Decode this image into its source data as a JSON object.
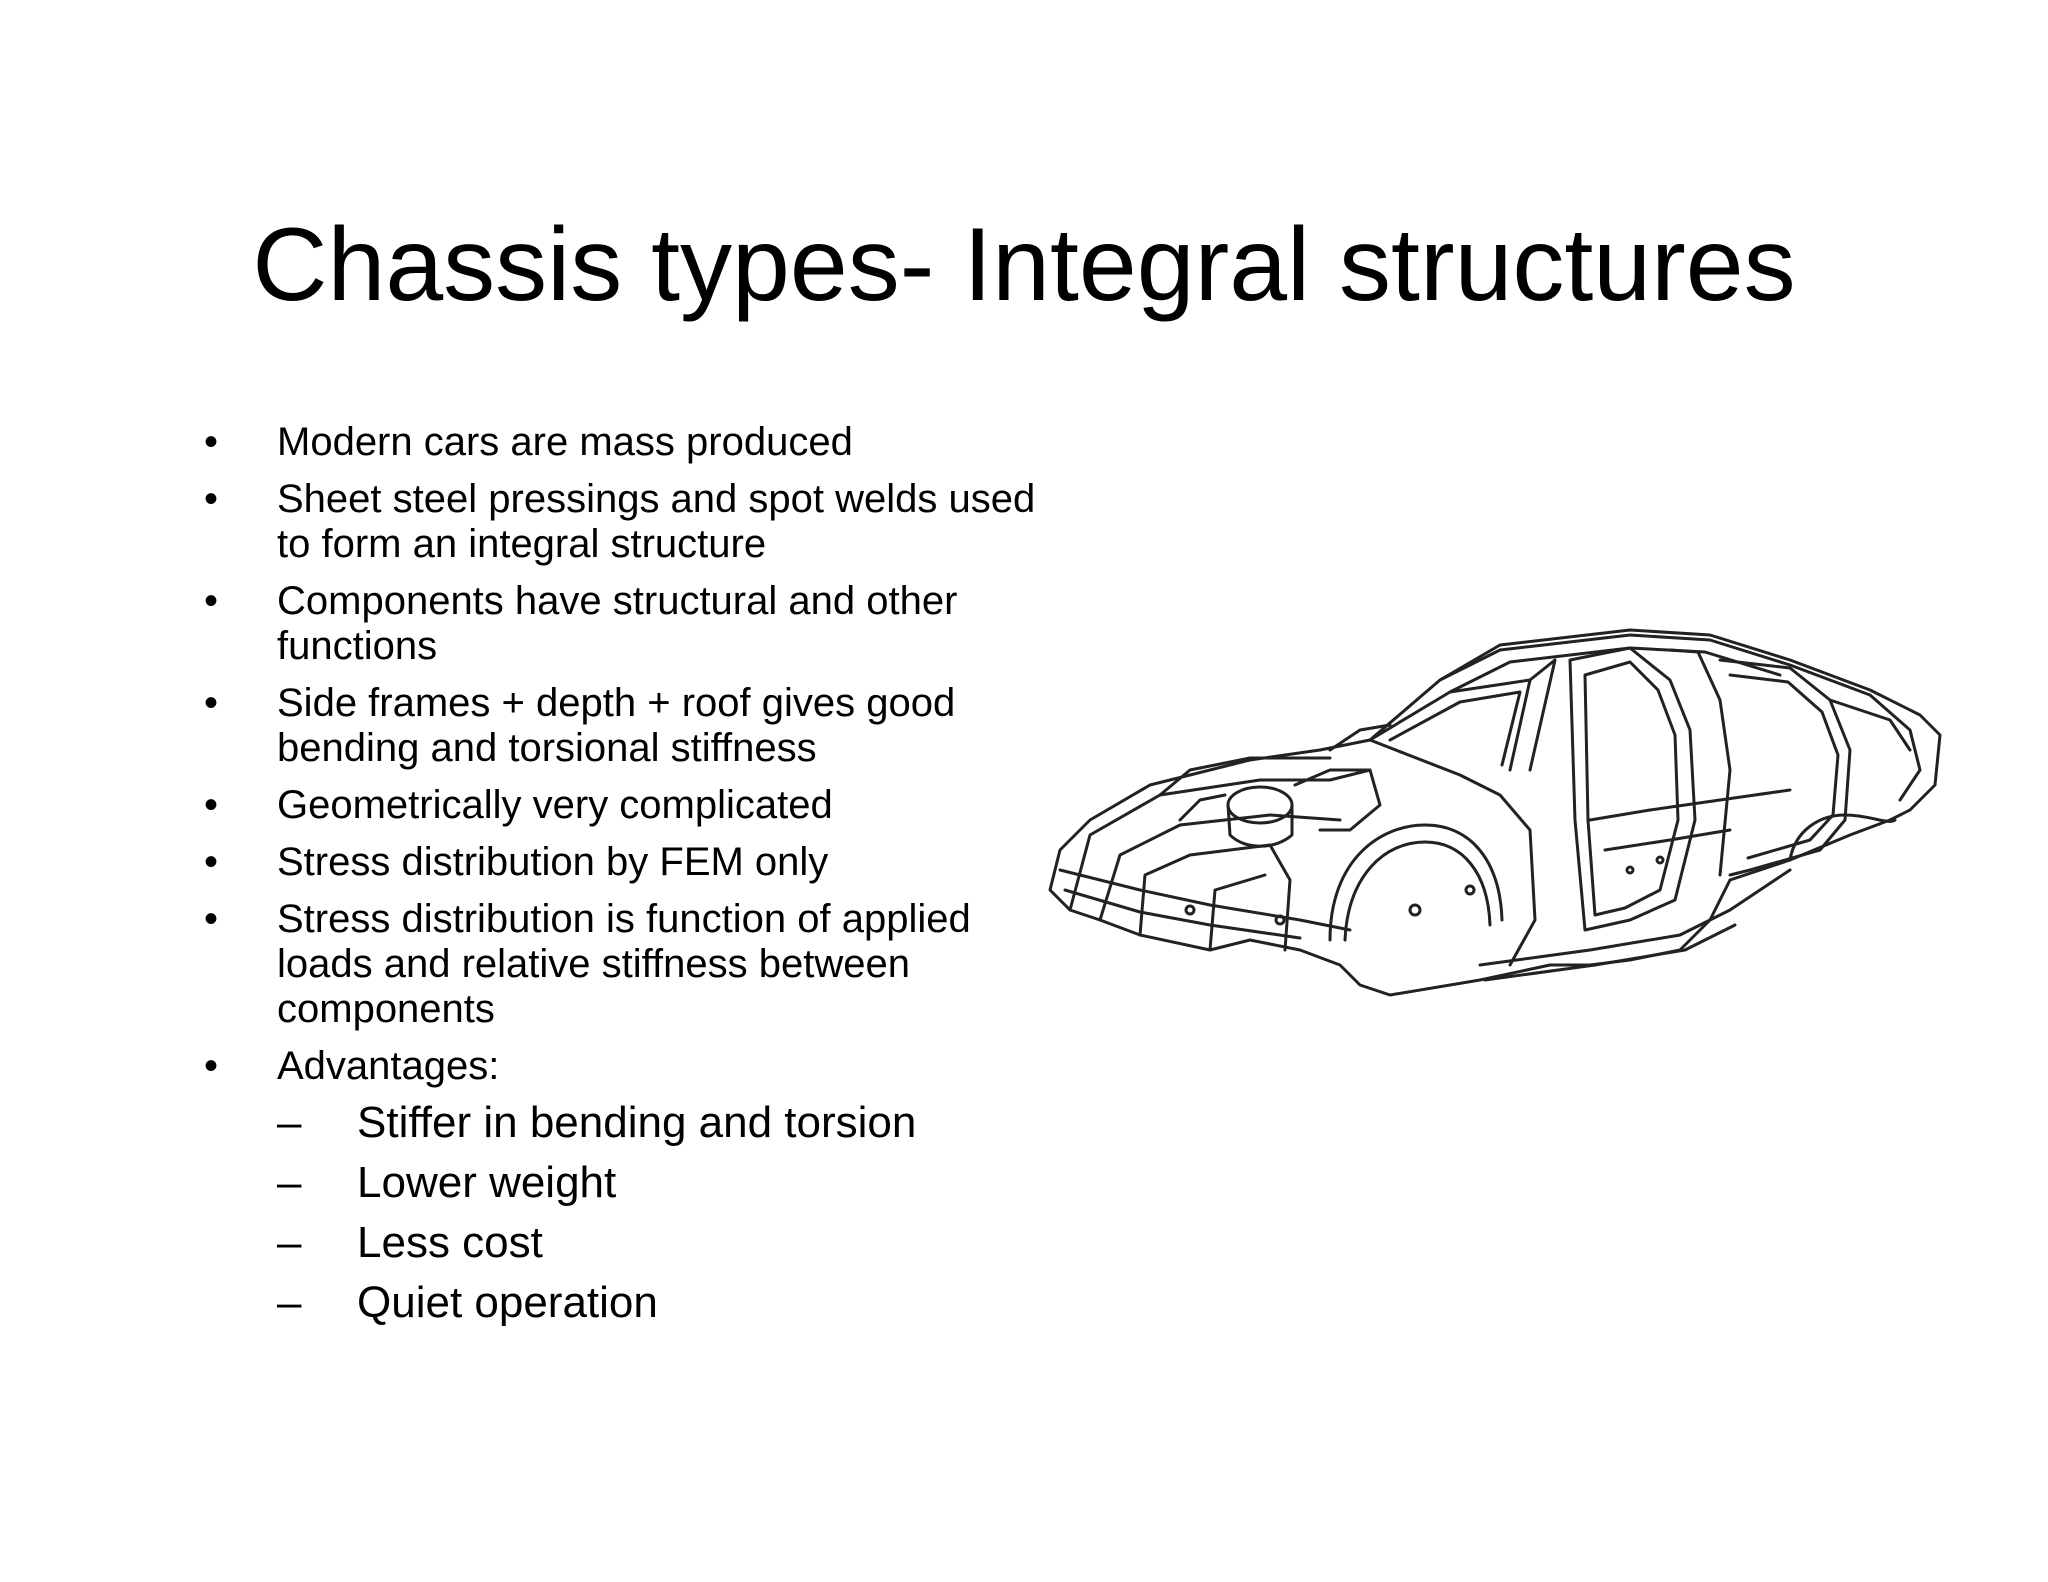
{
  "slide": {
    "title": "Chassis types- Integral structures",
    "bullet_symbol": "•",
    "sub_bullet_symbol": "–",
    "bullets": [
      "Modern cars are mass produced",
      "Sheet steel pressings and spot welds used to form an integral structure",
      "Components have structural and other functions",
      "Side frames + depth + roof gives good bending and torsional stiffness",
      "Geometrically very complicated",
      "Stress distribution by FEM only",
      "Stress distribution is function of applied loads and relative stiffness between components",
      "Advantages:"
    ],
    "advantages": [
      "Stiffer in bending and torsion",
      "Lower weight",
      "Less cost",
      "Quiet operation"
    ],
    "illustration": {
      "icon": "car-body-shell-icon",
      "line_color": "#222222"
    }
  }
}
